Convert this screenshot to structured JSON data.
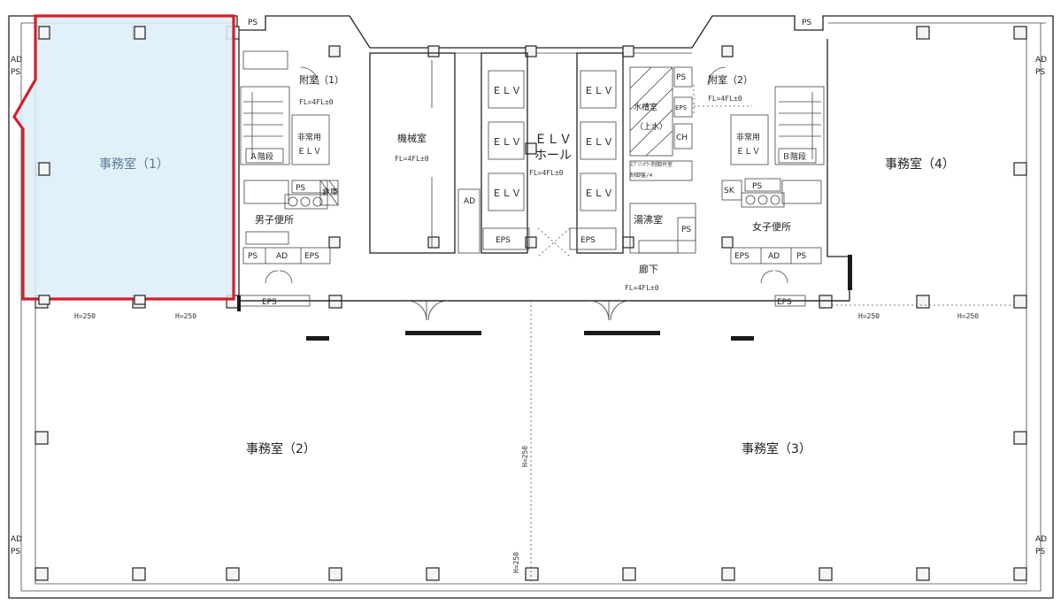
{
  "rooms": {
    "office1": "事務室（1）",
    "office2": "事務室（2）",
    "office3": "事務室（3）",
    "office4": "事務室（4）",
    "machine_room": "機械室",
    "elv_hall_1": "ＥＬＶ",
    "elv_hall_2": "ホール",
    "anteroom1": "附室（1）",
    "anteroom2": "附室（2）",
    "mens_toilet": "男子便所",
    "womens_toilet": "女子便所",
    "kitchenette": "湯沸室",
    "corridor": "廊下",
    "water_tank": "水槽室",
    "stair_a": "Ａ階段",
    "stair_b": "Ｂ階段",
    "emergency_elv_1": "非常用",
    "emergency_elv_2": "ＥＬＶ",
    "storage": "倉庫",
    "water_tank_sub": "（上水）"
  },
  "codes": {
    "elv": "ＥＬＶ",
    "ps": "PS",
    "eps": "EPS",
    "ad": "AD",
    "sk": "SK",
    "ch": "CH",
    "ad_ps_ad": "AD",
    "ad_ps_ps": "PS"
  },
  "annotations": {
    "fl": "FL=4FL±0",
    "h250": "H=250",
    "eq_note": "ｽﾌﾟﾘﾝｸﾗｰ制御弁室",
    "eq_note2": "制御盤/4"
  },
  "colors": {
    "highlight_stroke": "#d0202a",
    "highlight_fill": "#dceef8",
    "office1_text": "#5a7a95"
  }
}
